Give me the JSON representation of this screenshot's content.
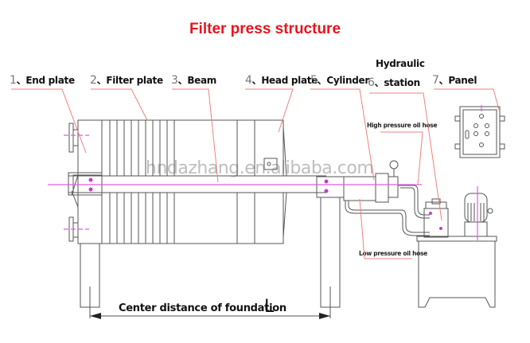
{
  "title": "Filter press structure",
  "colors": {
    "title": "#e8141c",
    "leader_lines": "#f08080",
    "centerline": "#e05ce0",
    "drawing": "#555555"
  },
  "components": [
    {
      "num": "1",
      "sep": "、",
      "label": "End plate"
    },
    {
      "num": "2",
      "sep": "、",
      "label": "Filter plate"
    },
    {
      "num": "3",
      "sep": "、",
      "label": "Beam"
    },
    {
      "num": "4",
      "sep": "、",
      "label": "Head plate"
    },
    {
      "num": "5",
      "sep": "、",
      "label": "Cylinder"
    },
    {
      "num": "6",
      "sep": "、",
      "label": "station",
      "label_top": "Hydraulic"
    },
    {
      "num": "7",
      "sep": "、",
      "label": "Panel"
    }
  ],
  "hoses": {
    "high": "High pressure oil hose",
    "low": "Low pressure oil hose"
  },
  "dimension": {
    "label": "Center distance of foundation",
    "symbol": "L"
  },
  "watermark": "hndazhang.en.alibaba.com"
}
